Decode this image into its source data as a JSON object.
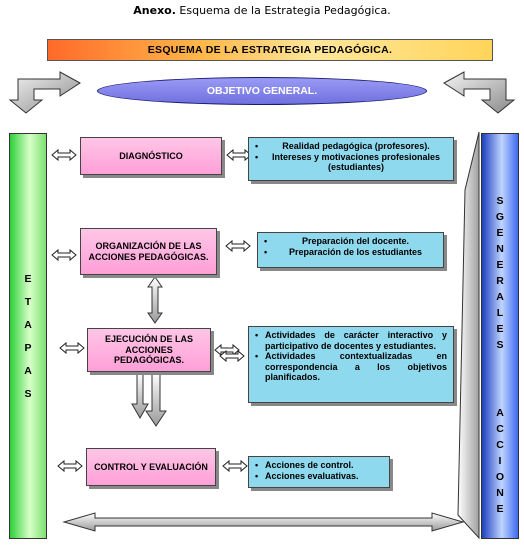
{
  "caption": {
    "prefix": "Anexo.",
    "text": "Esquema de la Estrategia Pedagógica."
  },
  "banner": "ESQUEMA DE LA ESTRATEGIA PEDAGÓGICA.",
  "objective": "OBJETIVO GENERAL.",
  "left_column": {
    "letters": [
      "E",
      "T",
      "A",
      "P",
      "A",
      "S"
    ]
  },
  "right_column": {
    "letters": [
      "A",
      "C",
      "C",
      "I",
      "O",
      "N",
      "E",
      "S",
      "G",
      "E",
      "N",
      "E",
      "R",
      "A",
      "L",
      "E",
      "S"
    ]
  },
  "stages": [
    {
      "label": "DIAGNÓSTICO"
    },
    {
      "label": "ORGANIZACIÓN DE LAS ACCIONES PEDAGÓGICAS."
    },
    {
      "label": "EJECUCIÓN DE LAS ACCIONES PEDAGÓGICAS."
    },
    {
      "label": "CONTROL Y EVALUACIÓN"
    }
  ],
  "actions": [
    {
      "items": [
        "Realidad pedagógica (profesores).",
        "Intereses y motivaciones profesionales (estudiantes)"
      ]
    },
    {
      "items": [
        "Preparación del docente.",
        "Preparación de los estudiantes"
      ]
    },
    {
      "items": [
        "Actividades de carácter interactivo y participativo de docentes y estudiantes.",
        "Actividades contextualizadas en correspondencia a los objetivos planificados."
      ]
    },
    {
      "items": [
        "Acciones de control.",
        "Acciones evaluativas."
      ]
    }
  ],
  "colors": {
    "banner": "#ffb84a",
    "objective": "#7070e0",
    "stage": "#ff9fd8",
    "action": "#8fd9ee",
    "left_column": "#2ecf3a",
    "right_column": "#1e3fc0"
  }
}
